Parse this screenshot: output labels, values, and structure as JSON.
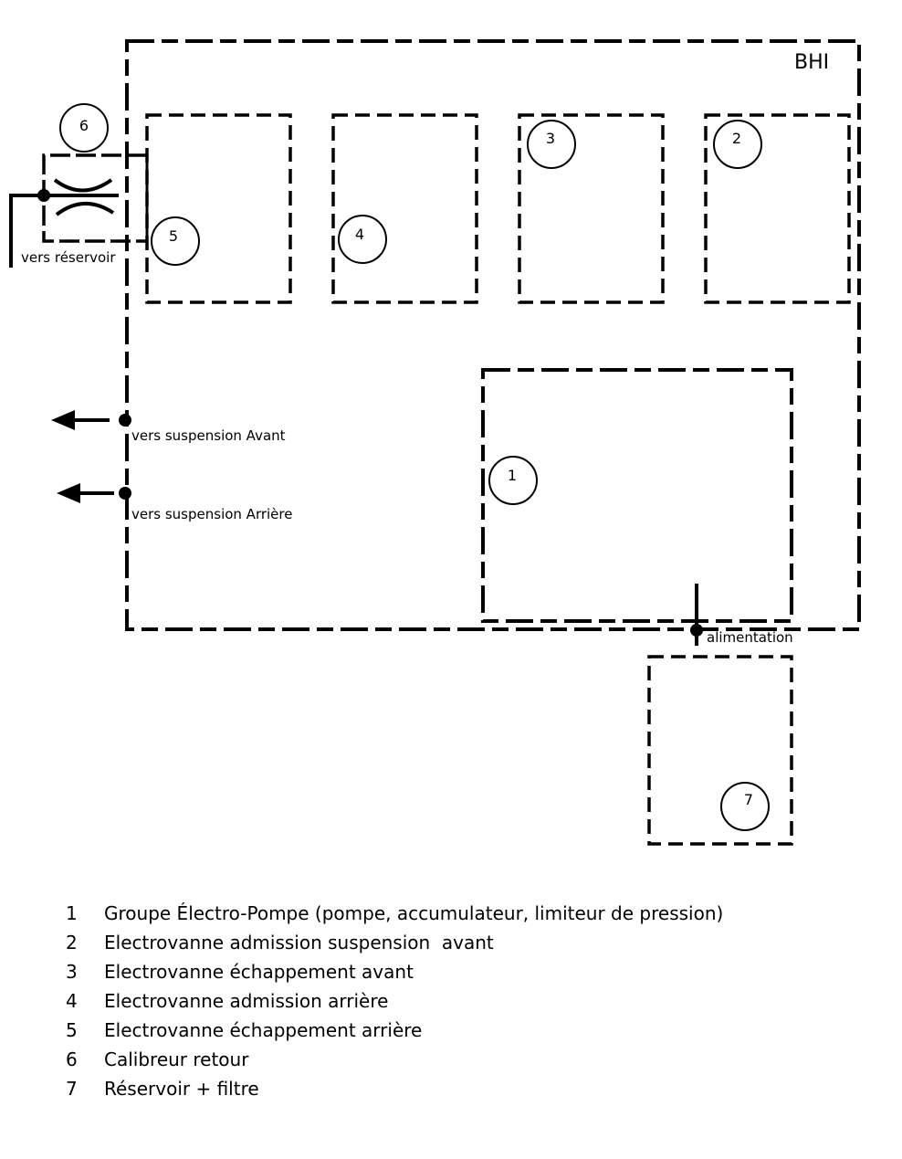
{
  "diagram": {
    "title": "BHI",
    "components": [
      {
        "id": "1",
        "label": "1"
      },
      {
        "id": "2",
        "label": "2"
      },
      {
        "id": "3",
        "label": "3"
      },
      {
        "id": "4",
        "label": "4"
      },
      {
        "id": "5",
        "label": "5"
      },
      {
        "id": "6",
        "label": "6"
      },
      {
        "id": "7",
        "label": "7"
      }
    ],
    "annotations": {
      "reservoir": "vers réservoir",
      "front_suspension": "vers suspension Avant",
      "rear_suspension": "vers suspension Arrière",
      "supply": "alimentation"
    }
  },
  "legend": [
    {
      "num": "1",
      "text": "Groupe Électro-Pompe (pompe, accumulateur, limiteur de pression)"
    },
    {
      "num": "2",
      "text": "Electrovanne admission suspension  avant"
    },
    {
      "num": "3",
      "text": "Electrovanne échappement avant"
    },
    {
      "num": "4",
      "text": "Electrovanne admission arrière"
    },
    {
      "num": "5",
      "text": "Electrovanne échappement arrière"
    },
    {
      "num": "6",
      "text": "Calibreur retour"
    },
    {
      "num": "7",
      "text": "Réservoir + filtre"
    }
  ]
}
